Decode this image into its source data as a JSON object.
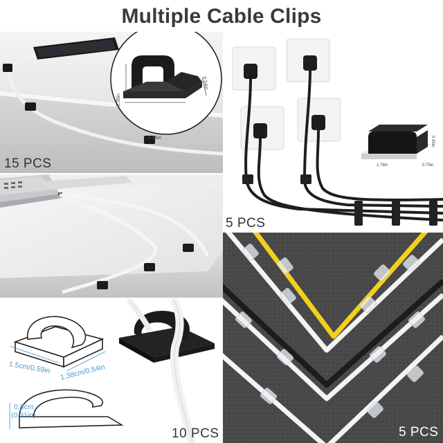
{
  "title": "Multiple Cable Clips",
  "panels": {
    "top_left": {
      "pcs_label": "15 PCS",
      "dims": {
        "height": "0.35in",
        "width": "0.56in",
        "depth": "0.54in"
      }
    },
    "top_right": {
      "pcs_label": "5 PCS",
      "dims": {
        "length": "1.78in",
        "depth": "0.75in",
        "height": "0.45in"
      }
    },
    "middle_left": {},
    "bottom_left": {
      "pcs_label": "10 PCS",
      "dims": {
        "width": "1.5cm/0.59in",
        "depth": "1.38cm/0.54in",
        "height_cm": "0.8cm",
        "height_in": "(0.31in)"
      }
    },
    "bottom_right": {
      "pcs_label": "5 PCS"
    }
  },
  "colors": {
    "title": "#3a3a3a",
    "dimension_text": "#4c9acb",
    "cable_yellow": "#f2d01d",
    "cable_black": "#1c1c1c",
    "cable_white": "#f4f4f4",
    "clip_black": "#1a1a1a",
    "board_bg": "#4a4a4a"
  }
}
